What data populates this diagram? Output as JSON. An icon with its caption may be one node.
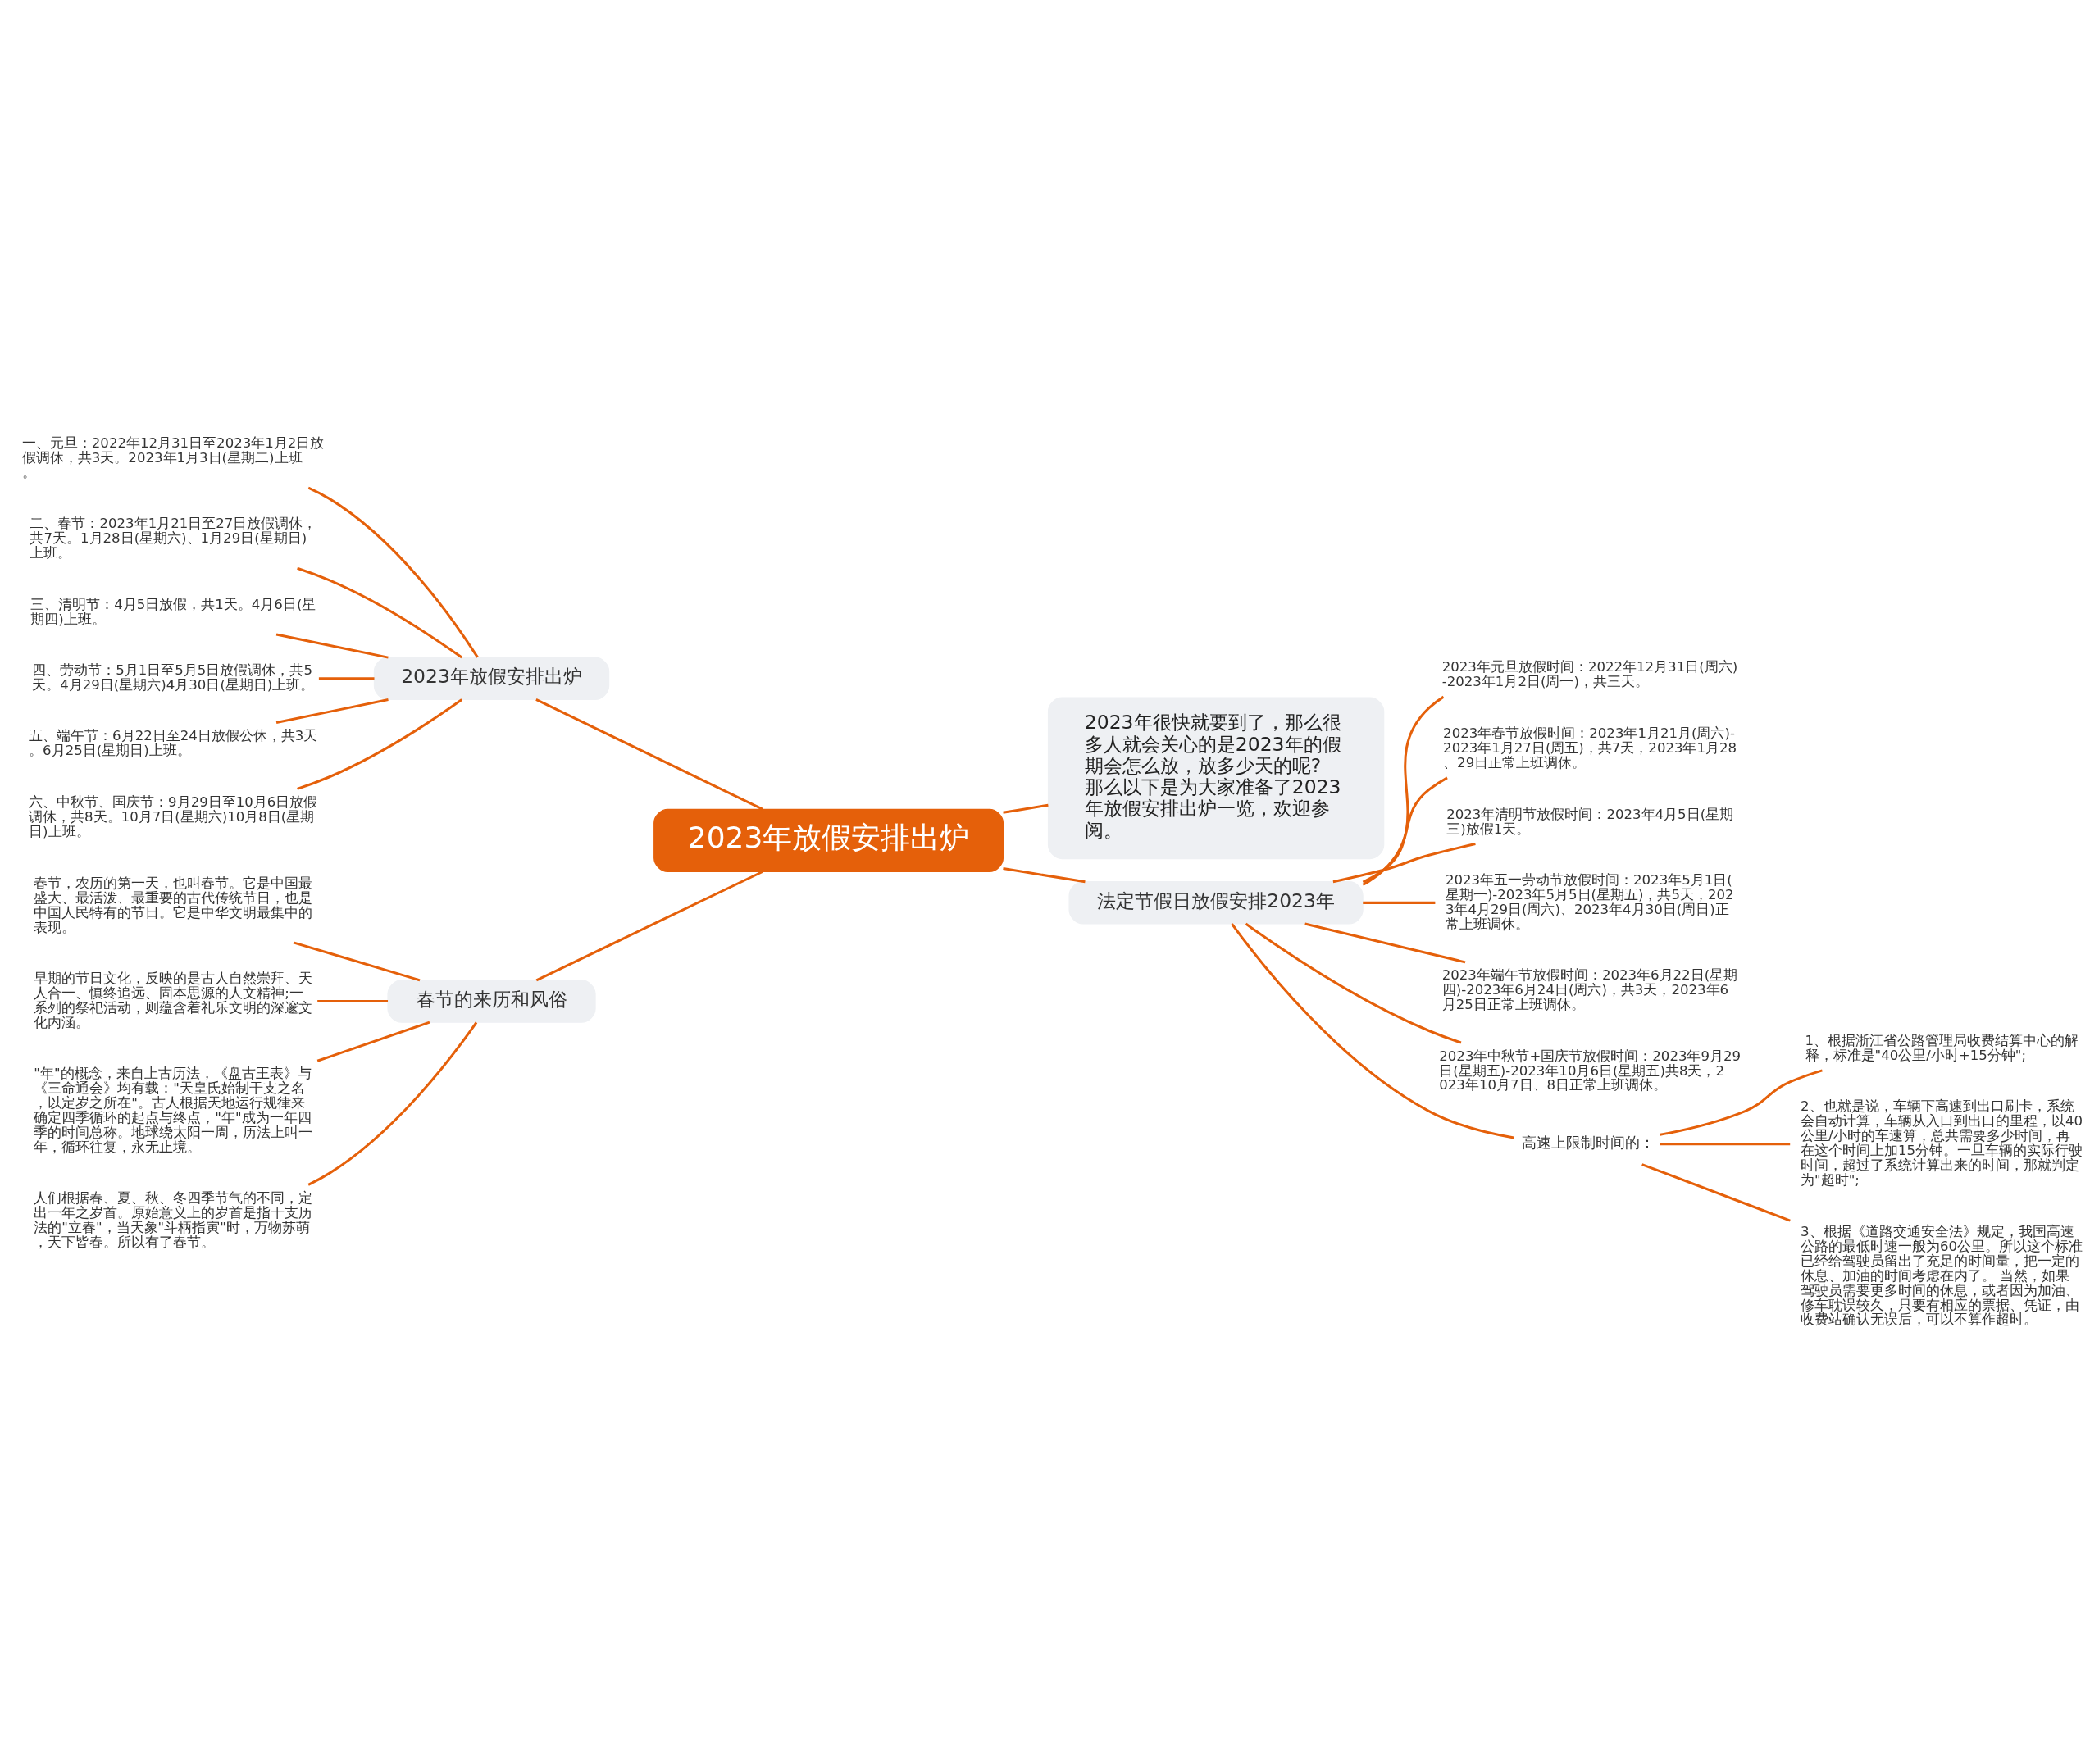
{
  "diagram": {
    "nodes": [
      {
        "text": [
          "2023年放假安排出炉"
        ]
      },
      {
        "text": [
          "2023年放假安排出炉"
        ]
      },
      {
        "text": [
          "一、元旦：2022年12月31日至2023年1月2日放假调休，共3天。2023年1月3日(星期二)上班。"
        ]
      },
      {
        "text": [
          "二、春节：2023年1月21日至27日放假调休，共7天。1月28日(星期六)、1月29日(星期日)上班。"
        ]
      },
      {
        "text": [
          "三、清明节：4月5日放假，共1天。4月6日(星期四)上班。"
        ]
      },
      {
        "text": [
          "四、劳动节：5月1日至5月5日放假调休，共5天。4月29日(星期六)4月30日(星期日)上班。"
        ]
      },
      {
        "text": [
          "五、端午节：6月22日至24日放假公休，共3天。6月25日(星期日)上班。"
        ]
      },
      {
        "text": [
          "六、中秋节、国庆节：9月29日至10月6日放假调休，共8天。10月7日(星期六)10月8日(星期日)上班。"
        ]
      },
      {
        "text": [
          "2023年很快就要到了，那么很多人就会关心的是2023年的假期会怎么放，放多少天的呢?那么以下是为大家准备了2023年放假安排出炉一览，欢迎参阅。"
        ]
      },
      {
        "text": [
          "春节的来历和风俗"
        ]
      },
      {
        "text": [
          "春节，农历的第一天，也叫春节。它是中国最盛大、最活泼、最重要的古代传统节日，也是中国人民特有的节日。它是中华文明最集中的表现。"
        ]
      },
      {
        "text": [
          "早期的节日文化，反映的是古人自然崇拜、天人合一、慎终追远、固本思源的人文精神;一系列的祭祀活动，则蕴含着礼乐文明的深邃文化内涵。"
        ]
      },
      {
        "text": [
          "\"年\"的概念，来自上古历法，《盘古王表》与《三命通会》均有载：\"天皇氏始制干支之名，以定岁之所在\"。古人根据天地运行规律来确定四季循环的起点与终点，\"年\"成为一年四季的时间总称。地球绕太阳一周，历法上叫一年，循环往复，永无止境。"
        ]
      },
      {
        "text": [
          "人们根据春、夏、秋、冬四季节气的不同，定出一年之岁首。原始意义上的岁首是指干支历法的\"立春\"，当天象\"斗柄指寅\"时，万物苏萌，天下皆春。所以有了春节。"
        ]
      },
      {
        "text": [
          "法定节假日放假安排2023年"
        ]
      },
      {
        "text": [
          "2023年元旦放假时间：2022年12月31日(周六)-2023年1月2日(周一)，共三天。"
        ]
      },
      {
        "text": [
          "2023年春节放假时间：2023年1月21月(周六)-2023年1月27日(周五)，共7天，2023年1月28、29日正常上班调休。"
        ]
      },
      {
        "text": [
          "2023年清明节放假时间：2023年4月5日(星期三)放假1天。"
        ]
      },
      {
        "text": [
          "2023年五一劳动节放假时间：2023年5月1日(星期一)-2023年5月5日(星期五)，共5天，2023年4月29日(周六)、2023年4月30日(周日)正常上班调休。"
        ]
      },
      {
        "text": [
          "2023年端午节放假时间：2023年6月22日(星期四)-2023年6月24日(周六)，共3天，2023年6月25日正常上班调休。"
        ]
      },
      {
        "text": [
          "2023年中秋节+国庆节放假时间：2023年9月29日(星期五)-2023年10月6日(星期五)共8天，2023年10月7日、8日正常上班调休。"
        ]
      },
      {
        "text": [
          "高速上限制时间的："
        ]
      },
      {
        "text": [
          "1、根据浙江省公路管理局收费结算中心的解释，标准是\"40公里/小时+15分钟\";"
        ]
      },
      {
        "text": [
          "2、也就是说，车辆下高速到出口刷卡，系统会自动计算，车辆从入口到出口的里程，以40公里/小时的车速算，总共需要多少时间，再在这个时间上加15分钟。一旦车辆的实际行驶时间，超过了系统计算出来的时间，那就判定为\"超时\";"
        ]
      },
      {
        "text": [
          "3、根据《道路交通安全法》规定，我国高速公路的最低时速一般为60公里。所以这个标准已经给驾驶员留出了充足的时间量，把一定的休息、加油的时间考虑在内了。 当然，如果驾驶员需要更多时间的休息，或者因为加油、修车耽误较久，只要有相应的票据、凭证，由收费站确认无误后，可以不算作超时。"
        ]
      }
    ],
    "edges": [
      {
        "from": 1,
        "to": 0,
        "arrow": "none"
      },
      {
        "from": 2,
        "to": 1,
        "arrow": "none"
      },
      {
        "from": 3,
        "to": 1,
        "arrow": "none"
      },
      {
        "from": 4,
        "to": 1,
        "arrow": "none"
      },
      {
        "from": 5,
        "to": 1,
        "arrow": "none"
      },
      {
        "from": 6,
        "to": 1,
        "arrow": "none"
      },
      {
        "from": 7,
        "to": 1,
        "arrow": "none"
      },
      {
        "from": 0,
        "to": 8,
        "arrow": "none"
      },
      {
        "from": 9,
        "to": 0,
        "arrow": "none"
      },
      {
        "from": 10,
        "to": 9,
        "arrow": "none"
      },
      {
        "from": 11,
        "to": 9,
        "arrow": "none"
      },
      {
        "from": 12,
        "to": 9,
        "arrow": "none"
      },
      {
        "from": 13,
        "to": 9,
        "arrow": "none"
      },
      {
        "from": 0,
        "to": 14,
        "arrow": "none"
      },
      {
        "from": 14,
        "to": 15,
        "arrow": "none"
      },
      {
        "from": 14,
        "to": 16,
        "arrow": "none"
      },
      {
        "from": 14,
        "to": 17,
        "arrow": "none"
      },
      {
        "from": 14,
        "to": 18,
        "arrow": "none"
      },
      {
        "from": 14,
        "to": 19,
        "arrow": "none"
      },
      {
        "from": 14,
        "to": 20,
        "arrow": "none"
      },
      {
        "from": 14,
        "to": 21,
        "arrow": "none"
      },
      {
        "from": 21,
        "to": 22,
        "arrow": "none"
      },
      {
        "from": 21,
        "to": 23,
        "arrow": "none"
      },
      {
        "from": 21,
        "to": 24,
        "arrow": "none"
      }
    ]
  }
}
